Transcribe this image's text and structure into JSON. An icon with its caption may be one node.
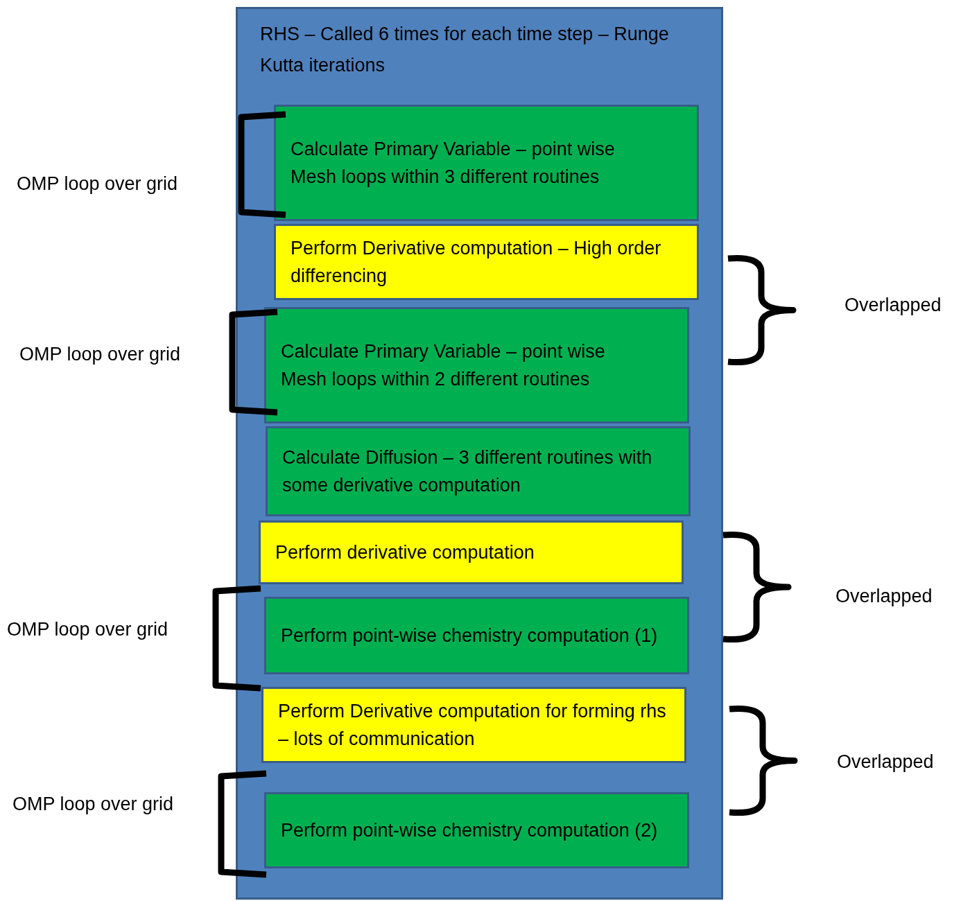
{
  "diagram": {
    "nodes": [
      {
        "text": [
          "RHS – Called 6 times for each time step – Runge Kutta iterations"
        ]
      },
      {
        "text": [
          "Calculate Primary Variable – point wise",
          "Mesh loops within 3 different routines"
        ],
        "in": 0
      },
      {
        "text": [
          "Perform Derivative computation – High order differencing"
        ],
        "in": 0
      },
      {
        "text": [
          "Calculate Primary Variable – point wise",
          "Mesh loops within 2 different routines"
        ],
        "in": 0
      },
      {
        "text": [
          "Calculate Diffusion – 3 different routines with some derivative computation"
        ],
        "in": 0
      },
      {
        "text": [
          "Perform derivative computation"
        ],
        "in": 0
      },
      {
        "text": [
          "Perform point-wise chemistry computation  (1)"
        ],
        "in": 0
      },
      {
        "text": [
          "Perform Derivative computation for forming rhs – lots of communication"
        ],
        "in": 0
      },
      {
        "text": [
          "Perform point-wise chemistry computation (2)"
        ],
        "in": 0
      }
    ],
    "edges": [],
    "labels": [
      "OMP loop over grid",
      "Overlapped",
      "OMP loop over grid",
      "Overlapped",
      "OMP loop over grid",
      "Overlapped",
      "OMP loop over grid"
    ]
  }
}
